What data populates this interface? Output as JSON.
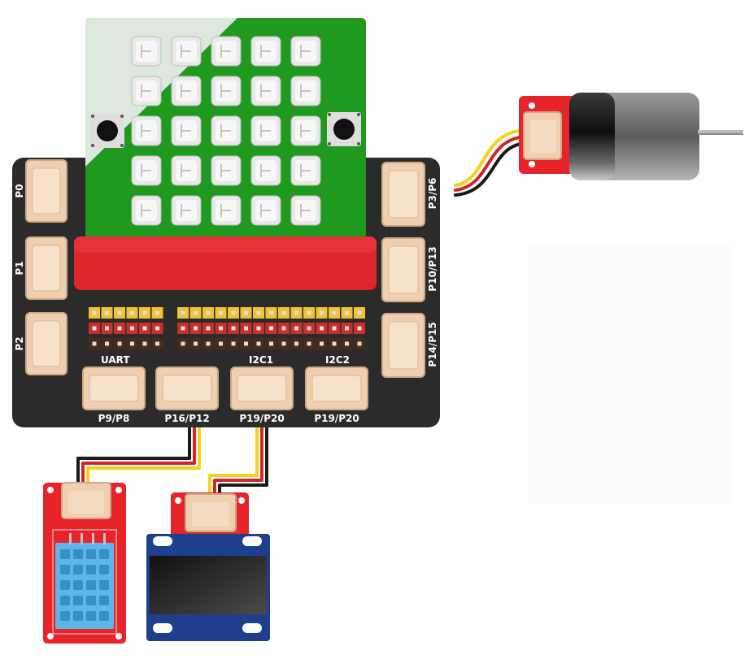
{
  "ports": {
    "left": [
      "P0",
      "P1",
      "P2"
    ],
    "right": [
      "P3/P6",
      "P10/P13",
      "P14/P15"
    ],
    "bottom": [
      "P9/P8",
      "P16/P12",
      "P19/P20",
      "P19/P20"
    ]
  },
  "header_labels": {
    "uart": "UART",
    "i2c1": "I2C1",
    "i2c2": "I2C2"
  },
  "led_matrix": {
    "rows": 5,
    "cols": 5
  },
  "colors": {
    "board": "#2b2b2b",
    "microbit": "#1f9a1f",
    "connector": "#efcfae",
    "module_red": "#e8242b",
    "wire_red": "#d3242a",
    "wire_yellow": "#f3d21b",
    "wire_black": "#1a1a1a",
    "sensor_blue": "#5bb7e8",
    "oled_blue": "#1d3f8c"
  },
  "icons": {
    "motor": "dc-motor-icon",
    "sensor": "temp-humidity-sensor-icon",
    "display": "oled-display-icon"
  }
}
